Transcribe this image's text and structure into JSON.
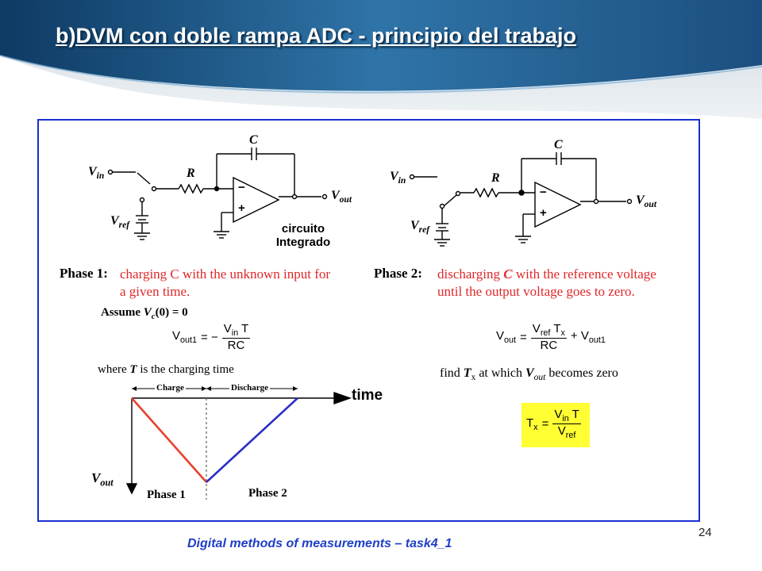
{
  "slide": {
    "title": "b)DVM con doble rampa ADC - principio del trabajo",
    "footer": "Digital methods of measurements – task4_1",
    "page_number": "24"
  },
  "circuit1": {
    "vin_label": "V",
    "vin_sub": "in",
    "vref_label": "V",
    "vref_sub": "ref",
    "r_label": "R",
    "c_label": "C",
    "vout_label": "V",
    "vout_sub": "out",
    "minus": "−",
    "plus": "+",
    "note_line1": "circuito",
    "note_line2": "Integrado"
  },
  "circuit2": {
    "vin_label": "V",
    "vin_sub": "in",
    "vref_label": "V",
    "vref_sub": "ref",
    "r_label": "R",
    "c_label": "C",
    "vout_label": "V",
    "vout_sub": "out",
    "minus": "−",
    "plus": "+"
  },
  "phase1": {
    "heading": "Phase 1:",
    "desc_line1": "charging C with the unknown input for",
    "desc_line2": "a given time.",
    "assume_prefix": "Assume ",
    "assume_v": "V",
    "assume_sub": "c",
    "assume_suffix": "(0) = 0",
    "eq_lhs": "V",
    "eq_lhs_sub": "out1",
    "eq_sign": "= −",
    "eq_num": "V",
    "eq_num_sub": "in",
    "eq_num_tail": " T",
    "eq_den": "RC",
    "where_prefix": "where ",
    "where_T": "T",
    "where_suffix": " is the charging time"
  },
  "phase2": {
    "heading": "Phase 2:",
    "desc_line1_a": "discharging ",
    "desc_line1_C": "C",
    "desc_line1_b": " with the reference voltage",
    "desc_line2": "until the output voltage goes to zero.",
    "eq_lhs": "V",
    "eq_lhs_sub": "out",
    "eq_sign": "=",
    "eq_num": "V",
    "eq_num_sub": "ref",
    "eq_num_tail": " T",
    "eq_num_tail_sub": "x",
    "eq_den": "RC",
    "eq_plus": "+ V",
    "eq_plus_sub": "out1",
    "find_prefix": "find ",
    "find_T": "T",
    "find_T_sub": "x",
    "find_mid": " at which ",
    "find_V": "V",
    "find_V_sub": "out",
    "find_suffix": " becomes zero",
    "result_lhs": "T",
    "result_lhs_sub": "x",
    "result_eq": "=",
    "result_num": "V",
    "result_num_sub": "in",
    "result_num_tail": " T",
    "result_den": "V",
    "result_den_sub": "ref"
  },
  "diagram": {
    "charge_label": "Charge",
    "discharge_label": "Discharge",
    "time_label": "time",
    "vout_label": "V",
    "vout_sub": "out",
    "phase1_label": "Phase 1",
    "phase2_label": "Phase 2",
    "charge_color": "#e8412c",
    "discharge_color": "#2b2fc4"
  },
  "colors": {
    "header_blue": "#1f5a8c",
    "frame_border": "#1a2fd1",
    "highlight": "#ffff33",
    "phase_text_red": "#e0282a",
    "footer_blue": "#1f3fc6"
  }
}
